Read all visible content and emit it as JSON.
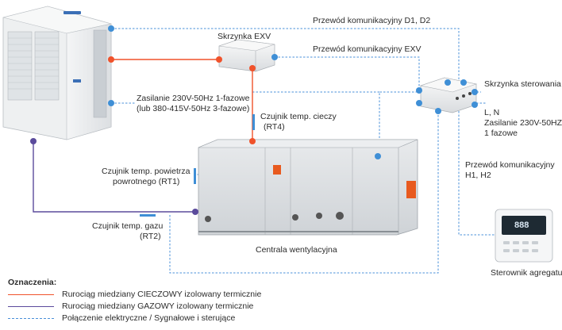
{
  "colors": {
    "liquid_pipe": "#f0522b",
    "gas_pipe": "#5b4b9c",
    "signal": "#4a90d9",
    "sensor": "#3f8fd6",
    "node": "#3f8fd6"
  },
  "labels": {
    "d1_d2": "Przewód komunikacyjny D1, D2",
    "exv_box": "Skrzynka EXV",
    "exv_comm": "Przewód komunikacyjny EXV",
    "control_box": "Skrzynka sterowania",
    "supply_line1": "Zasilanie 230V-50Hz 1-fazowe",
    "supply_line2": "(lub 380-415V-50Hz 3-fazowe)",
    "liquid_sensor_line1": "Czujnik temp. cieczy",
    "liquid_sensor_line2": "(RT4)",
    "ln": "L, N",
    "ctrl_supply_line1": "Zasilanie 230V-50HZ",
    "ctrl_supply_line2": "1 fazowe",
    "return_air_line1": "Czujnik temp. powietrza",
    "return_air_line2": "powrotnego (RT1)",
    "h1_h2_line1": "Przewód komunikacyjny",
    "h1_h2_line2": "H1, H2",
    "gas_sensor_line1": "Czujnik temp. gazu",
    "gas_sensor_line2": "(RT2)",
    "ahu": "Centrala wentylacyjna",
    "controller": "Sterownik agregatu",
    "display": "888"
  },
  "legend": {
    "title": "Oznaczenia:",
    "items": [
      {
        "label": "Rurociąg miedziany CIECZOWY izolowany termicznie",
        "style": "liquid"
      },
      {
        "label": "Rurociąg miedziany GAZOWY izolowany termicznie",
        "style": "gas"
      },
      {
        "label": "Połączenie elektryczne / Sygnałowe i sterujące",
        "style": "signal"
      }
    ]
  }
}
